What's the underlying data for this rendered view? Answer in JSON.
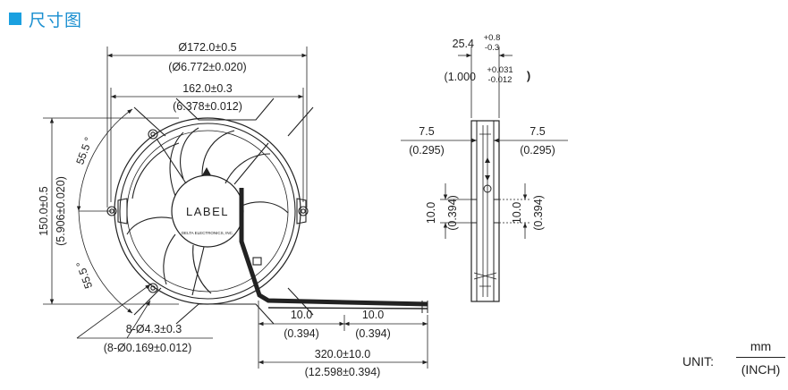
{
  "header": {
    "title": "尺寸图",
    "accent": "#1aa0e0"
  },
  "front": {
    "outer_dia_mm": "Ø172.0±0.5",
    "outer_dia_in": "(Ø6.772±0.020)",
    "hole_span_mm": "162.0±0.3",
    "hole_span_in": "(6.378±0.012)",
    "height_mm": "150.0±0.5",
    "height_in": "(5.906±0.020)",
    "angle_top": "55.5 °",
    "angle_bottom": "55.5 °",
    "holes_mm": "8-Ø4.3±0.3",
    "holes_in": "(8-Ø0.169±0.012)",
    "label_text": "LABEL",
    "maker_text": "DELTA ELECTRONICS, INC."
  },
  "leads": {
    "strip_a_mm": "10.0",
    "strip_a_in": "(0.394)",
    "strip_b_mm": "10.0",
    "strip_b_in": "(0.394)",
    "length_mm": "320.0±10.0",
    "length_in": "(12.598±0.394)"
  },
  "side": {
    "depth_mm": "25.4",
    "depth_mm_plus": "+0.8",
    "depth_mm_minus": "-0.3",
    "depth_in_open": "(1.000",
    "depth_in_plus": "+0.031",
    "depth_in_minus": "-0.012",
    "depth_in_close": ")",
    "flange_l_mm": "7.5",
    "flange_l_in": "(0.295)",
    "flange_r_mm": "7.5",
    "flange_r_in": "(0.295)",
    "slot_l_mm": "10.0",
    "slot_l_in": "(0.394)",
    "slot_r_mm": "10.0",
    "slot_r_in": "(0.394)"
  },
  "unit": {
    "label": "UNIT:",
    "numerator": "mm",
    "denominator": "(INCH)"
  }
}
